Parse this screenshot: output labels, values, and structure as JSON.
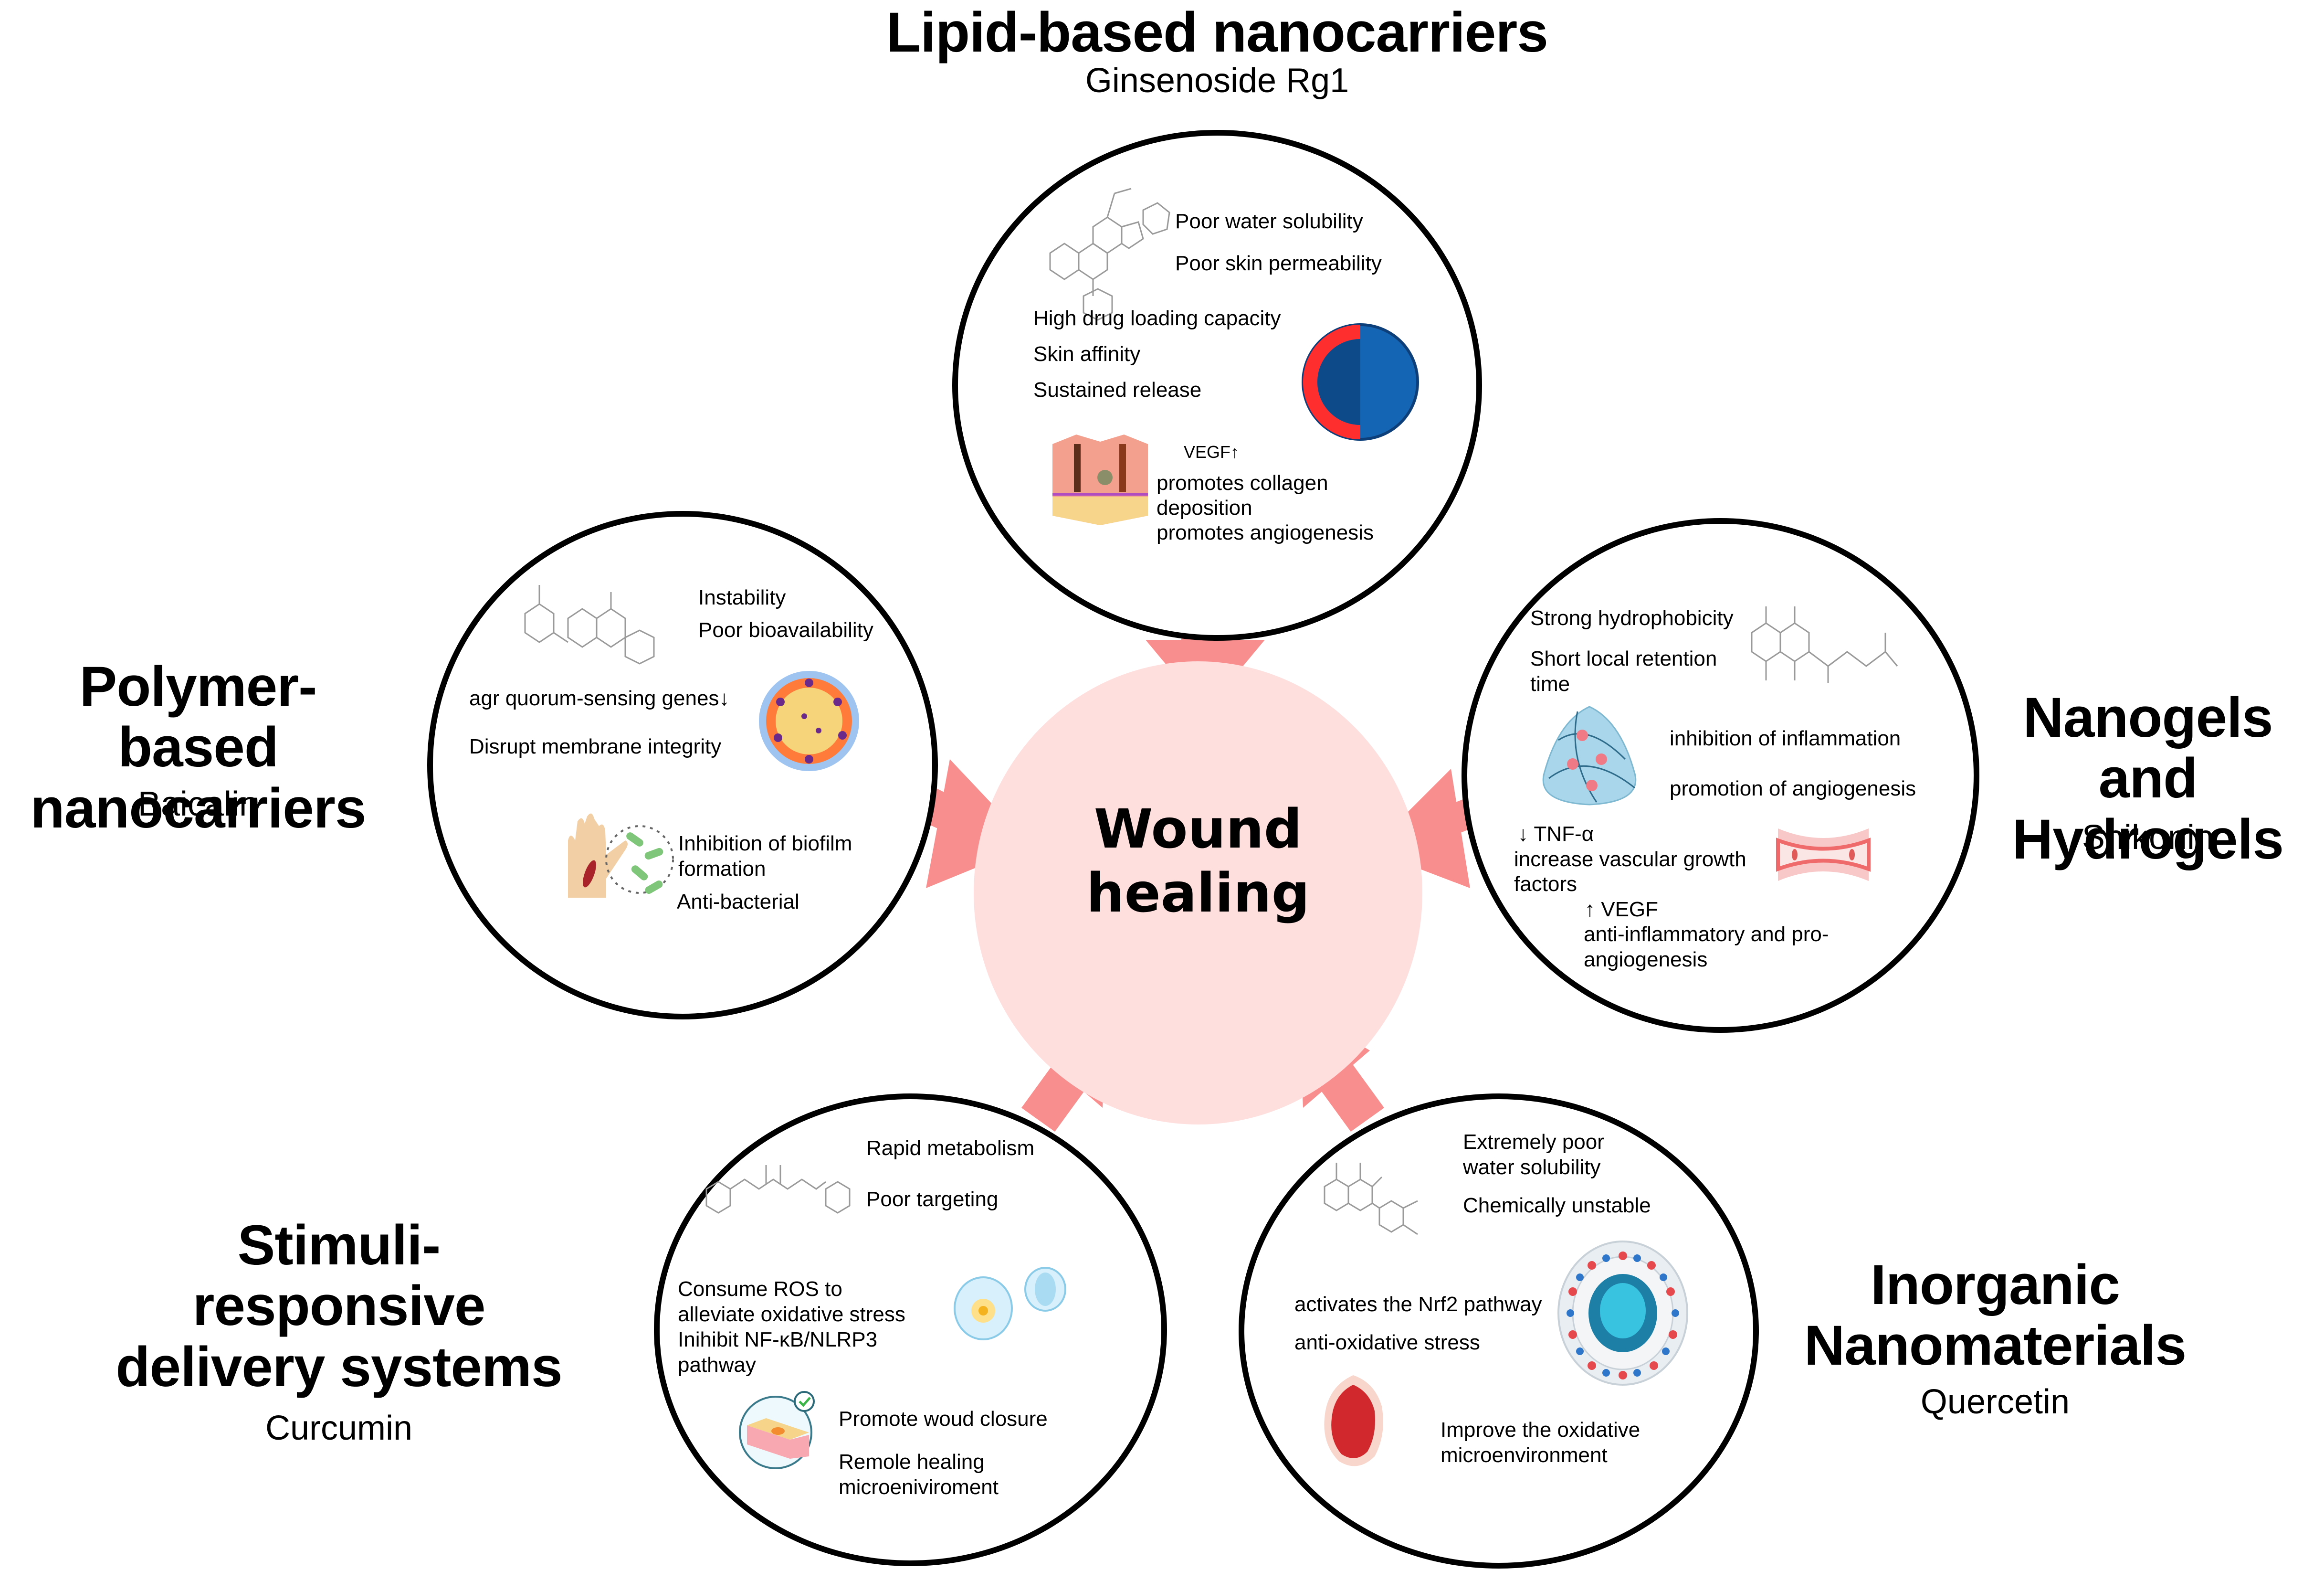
{
  "center": {
    "label_line1": "Wound",
    "label_line2": "healing",
    "hub_color": "#ffdede",
    "arrow_color": "#f98e8e"
  },
  "categories": {
    "lipid": {
      "title": "Lipid-based nanocarriers",
      "drug": "Ginsenoside Rg1",
      "limitations": [
        "Poor water solubility",
        "Poor skin permeability"
      ],
      "advantages": [
        "High drug loading capacity",
        "Skin affinity",
        "Sustained release"
      ],
      "effects": [
        "VEGF↑",
        "promotes collagen",
        " deposition",
        "promotes angiogenesis"
      ]
    },
    "polymer": {
      "title_line1": "Polymer-based",
      "title_line2": "nanocarriers",
      "drug": "Baicalin",
      "limitations": [
        "Instability",
        "Poor bioavailability"
      ],
      "mechanisms": [
        "agr quorum-sensing genes↓",
        "Disrupt membrane integrity"
      ],
      "effects": [
        "Inhibition of biofilm",
        "formation",
        "Anti-bacterial"
      ]
    },
    "nanogel": {
      "title_line1": "Nanogels and",
      "title_line2": "Hydrogels",
      "drug": "Shikonin",
      "limitations": [
        "Strong hydrophobicity",
        "Short local retention",
        "time"
      ],
      "effects": [
        "inhibition of inflammation",
        "promotion of angiogenesis"
      ],
      "mechanisms": [
        "↓ TNF-α",
        "increase vascular growth",
        "factors",
        "↑ VEGF",
        "anti-inflammatory and pro-",
        "angiogenesis"
      ]
    },
    "stimuli": {
      "title_line1": "Stimuli-",
      "title_line2": "responsive",
      "title_line3": "delivery systems",
      "drug": "Curcumin",
      "limitations": [
        "Rapid metabolism",
        "Poor targeting"
      ],
      "mechanisms": [
        "Consume ROS to",
        "alleviate oxidative stress",
        "Inihibit NF-κB/NLRP3",
        "pathway"
      ],
      "effects": [
        "Promote woud closure",
        "Remole healing",
        "microeniviroment"
      ]
    },
    "inorganic": {
      "title_line1": "Inorganic",
      "title_line2": "Nanomaterials",
      "drug": "Quercetin",
      "limitations": [
        "Extremely poor",
        "water solubility",
        "Chemically unstable"
      ],
      "mechanisms": [
        "activates the Nrf2 pathway",
        "anti-oxidative stress"
      ],
      "effects": [
        "Improve the oxidative",
        "microenvironment"
      ]
    }
  }
}
